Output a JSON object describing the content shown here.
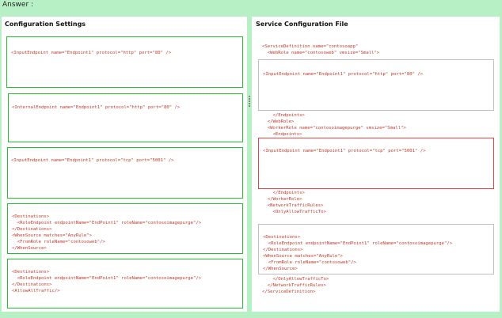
{
  "answer_label": "Answer :",
  "left": {
    "title": "Configuration Settings",
    "boxes": [
      {
        "lines": [
          "<InputEndpoint name=\"Endpoint1\" protocol=\"http\" port=\"80\" />"
        ]
      },
      {
        "lines": [
          "<InternalEndpoint name=\"Endpoint1\" protocol=\"http\" port=\"80\" />"
        ]
      },
      {
        "lines": [
          "<InputEndpoint name=\"Endpoint1\" protocol=\"tcp\" port=\"5001\" />"
        ]
      },
      {
        "lines": [
          "<Destinations>",
          "  <RoleEndpoint endpointName=\"EndPoint1\" roleName=\"contosoimagepurge\"/>",
          "</Destinations>",
          "<WhenSource matches=\"AnyRule\">",
          "  <FromRole roleName=\"contosoweb\"/>",
          "</WhenSource>"
        ]
      },
      {
        "lines": [
          "<Destinations>",
          "  <RoleEndpoint endpointName=\"EndPoint1\" roleName=\"contosoimagepurge\"/>",
          "</Destinations>",
          "<AllowAllTraffic/>"
        ]
      }
    ]
  },
  "right": {
    "title": "Service Configuration File",
    "top_lines": [
      "<ServiceDefinition name=\"contosoapp\"",
      "  <WebRole name=\"contosoweb\" vmsize=\"Small\">"
    ],
    "box1": "<InputEndpoint name=\"Endpoint1\" protocol=\"http\" port=\"80\" />",
    "mid_lines": [
      "    </Endpoints>",
      "  </WebRole>",
      "  <WorkerRole name=\"contosoimagepurge\" vmsize=\"Small\">",
      "    <Endpoints>"
    ],
    "box2": "<InputEndpoint name=\"Endpoint1\" protocol=\"tcp\" port=\"5001\" />",
    "mid2_lines": [
      "    </Endpoints>",
      "  </WorkerRole>",
      "  <NetworkTrafficRules>",
      "    <OnlyAllowTrafficTo>"
    ],
    "box3_lines": [
      "<Destinations>",
      "  <RoleEndpoint endpointName=\"EndPoint1\" roleName=\"contosoimagepurge\"/>",
      "</Destinations>",
      "<WhenSource matches=\"AnyRule\">",
      "  <FromRole roleName=\"contosoweb\"/>",
      "</WhenSource>"
    ],
    "bottom_lines": [
      "    </OnlyAllowTrafficTo>",
      "  </NetworkTrafficRules>",
      "</ServiceDefinition>"
    ]
  }
}
